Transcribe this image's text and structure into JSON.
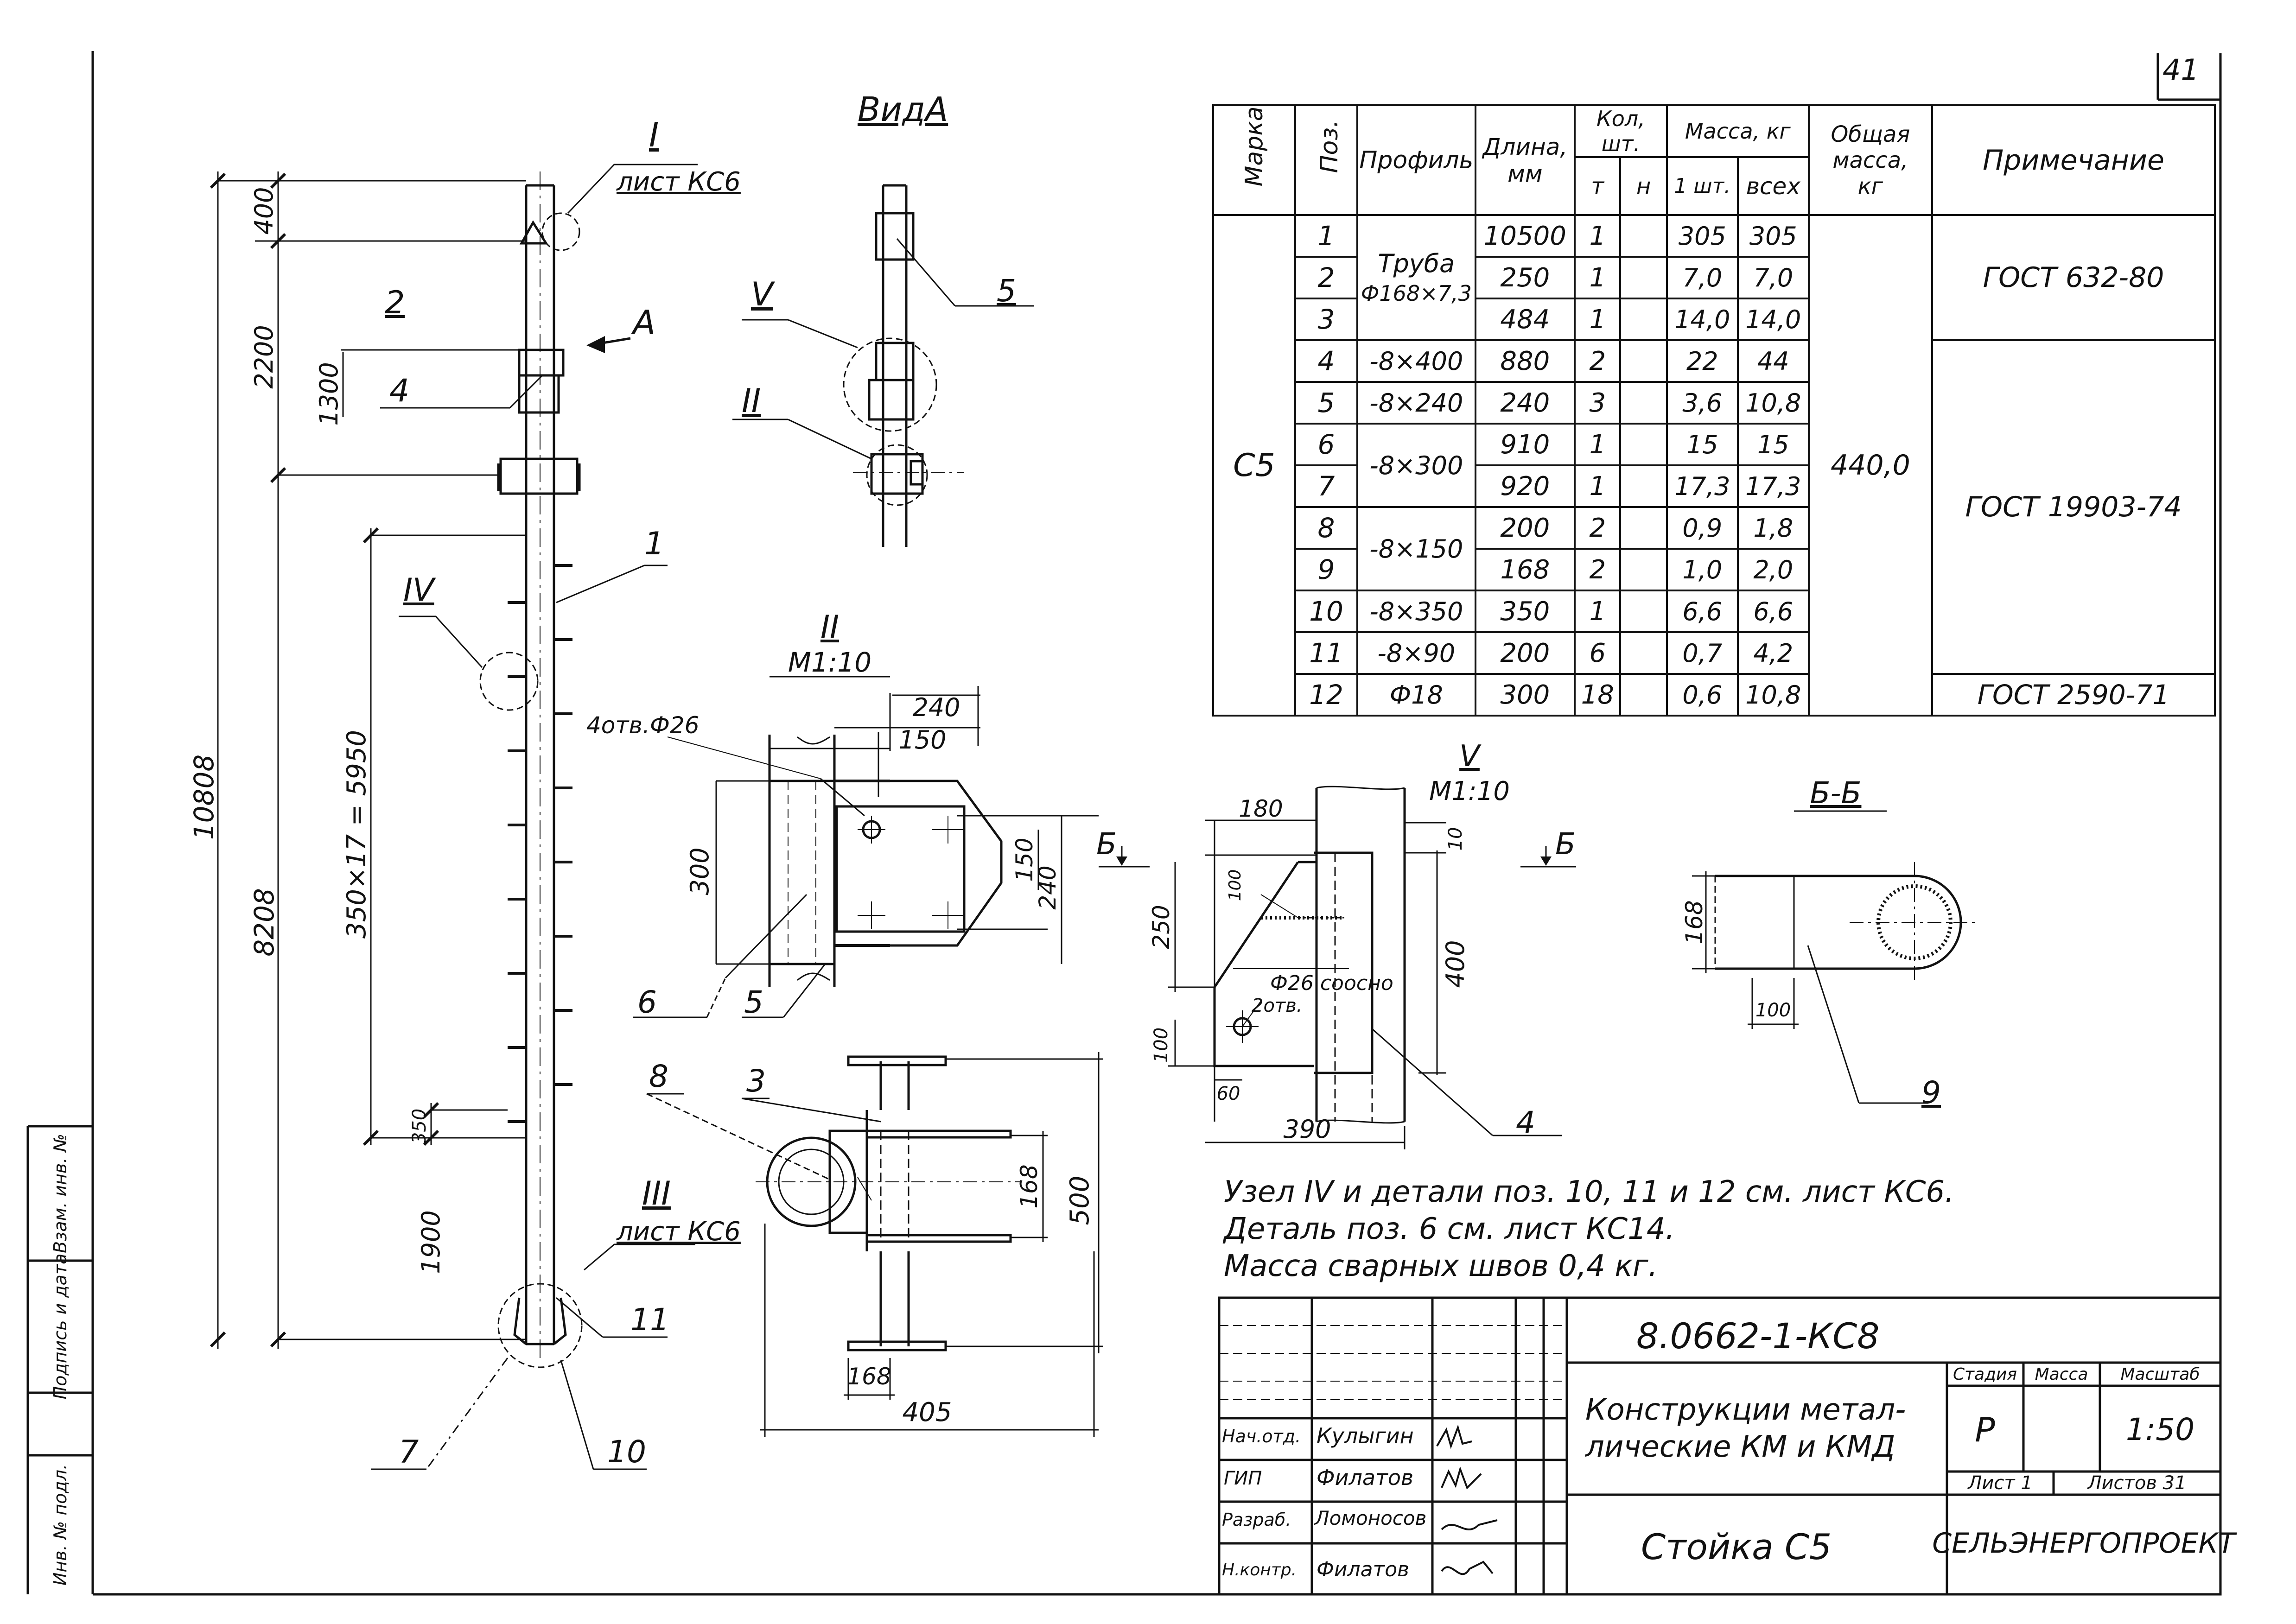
{
  "sheet": {
    "sheet_number": "41",
    "view_a_title": "ВидА",
    "callouts": {
      "node_I": "I",
      "node_I_ref": "лист КС6",
      "node_III": "III",
      "node_III_ref": "лист КС6",
      "node_IV": "IV",
      "node_II": "II",
      "node_V": "V",
      "arrow_A": "A"
    },
    "positions": {
      "p1": "1",
      "p2": "2",
      "p3": "3",
      "p4": "4",
      "p4b": "4",
      "p5": "5",
      "p5b": "5",
      "p6": "6",
      "p7": "7",
      "p8": "8",
      "p9": "9",
      "p10": "10",
      "p11": "11"
    },
    "dimensions": {
      "d400": "400",
      "d2200": "2200",
      "d1300": "1300",
      "d10808": "10808",
      "d8208": "8208",
      "d5950": "350×17 = 5950",
      "d350": "350",
      "d1900": "1900"
    },
    "detail_II": {
      "title": "II",
      "scale": "М1:10",
      "holes": "4отв.Ф26",
      "d240": "240",
      "d150": "150",
      "d300": "300",
      "d150v": "150",
      "d240v": "240"
    },
    "detail_V": {
      "title": "V",
      "scale": "М1:10",
      "d180": "180",
      "d10": "10",
      "d100": "100",
      "d250": "250",
      "d400": "400",
      "d100b": "100",
      "d60": "60",
      "d390": "390",
      "hole": "Ф26 соосно",
      "holes2": "2отв.",
      "cut_left": "Б",
      "cut_right": "Б"
    },
    "section_BB": {
      "title": "Б-Б",
      "d168": "168",
      "d100": "100"
    },
    "plan_detail": {
      "d168": "168",
      "d500": "500",
      "d168b": "168",
      "d405": "405"
    },
    "notes": [
      "Узел IV и детали поз. 10, 11 и 12 см. лист КС6.",
      "Деталь поз. 6 см. лист КС14.",
      "Масса сварных швов 0,4 кг."
    ],
    "left_strip": [
      "Инв. № подл.",
      "Подпись и дата",
      "Взам. инв. №"
    ]
  },
  "spec_table": {
    "headers": {
      "mark": "Марка",
      "pos": "Поз.",
      "profile": "Профиль",
      "length": "Длина, мм",
      "qty": "Кол, шт.",
      "qty_t": "т",
      "qty_n": "н",
      "mass": "Масса, кг",
      "mass_one": "1 шт.",
      "mass_all": "всех",
      "total": "Общая масса, кг",
      "note": "Примечание"
    },
    "mark": "С5",
    "total_mass": "440,0",
    "profiles": {
      "pipe": [
        "Труба",
        "Ф168×7,3"
      ],
      "p4": "-8×400",
      "p5": "-8×240",
      "p67": "-8×300",
      "p89": "-8×150",
      "p10": "-8×350",
      "p11": "-8×90",
      "p12": "Ф18"
    },
    "notes": {
      "g1": "ГОСТ 632-80",
      "g2": "ГОСТ 19903-74",
      "g3": "ГОСТ 2590-71"
    },
    "rows": [
      {
        "pos": "1",
        "length": "10500",
        "t": "1",
        "n": "",
        "one": "305",
        "all": "305"
      },
      {
        "pos": "2",
        "length": "250",
        "t": "1",
        "n": "",
        "one": "7,0",
        "all": "7,0"
      },
      {
        "pos": "3",
        "length": "484",
        "t": "1",
        "n": "",
        "one": "14,0",
        "all": "14,0"
      },
      {
        "pos": "4",
        "length": "880",
        "t": "2",
        "n": "",
        "one": "22",
        "all": "44"
      },
      {
        "pos": "5",
        "length": "240",
        "t": "3",
        "n": "",
        "one": "3,6",
        "all": "10,8"
      },
      {
        "pos": "6",
        "length": "910",
        "t": "1",
        "n": "",
        "one": "15",
        "all": "15"
      },
      {
        "pos": "7",
        "length": "920",
        "t": "1",
        "n": "",
        "one": "17,3",
        "all": "17,3"
      },
      {
        "pos": "8",
        "length": "200",
        "t": "2",
        "n": "",
        "one": "0,9",
        "all": "1,8"
      },
      {
        "pos": "9",
        "length": "168",
        "t": "2",
        "n": "",
        "one": "1,0",
        "all": "2,0"
      },
      {
        "pos": "10",
        "length": "350",
        "t": "1",
        "n": "",
        "one": "6,6",
        "all": "6,6"
      },
      {
        "pos": "11",
        "length": "200",
        "t": "6",
        "n": "",
        "one": "0,7",
        "all": "4,2"
      },
      {
        "pos": "12",
        "length": "300",
        "t": "18",
        "n": "",
        "one": "0,6",
        "all": "10,8"
      }
    ]
  },
  "title_block": {
    "code": "8.0662-1-КС8",
    "project": [
      "Конструкции метал-",
      "лические КМ и КМД"
    ],
    "drawing_title": "Стойка С5",
    "stage_label": "Стадия",
    "mass_label": "Масса",
    "scale_label": "Масштаб",
    "stage": "Р",
    "mass": "",
    "scale": "1:50",
    "sheet_label": "Лист 1",
    "sheets_label": "Листов 31",
    "organization": "СЕЛЬЭНЕРГОПРОЕКТ",
    "people": [
      {
        "role": "Нач.отд.",
        "name": "Кулыгин"
      },
      {
        "role": "ГИП",
        "name": "Филатов"
      },
      {
        "role": "Разраб.",
        "name": "Ломоносов"
      },
      {
        "role": "Н.контр.",
        "name": "Филатов"
      }
    ]
  }
}
